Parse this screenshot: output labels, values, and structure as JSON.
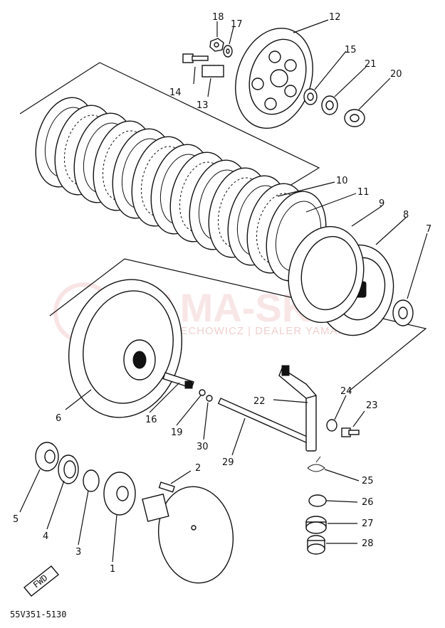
{
  "diagram_code": "55V351-5130",
  "fwd_label": "FWD",
  "watermark": {
    "text": "YAMA-SK",
    "subtext": "WOJCIECHOWICZ | DEALER YAMAHA"
  },
  "callouts": [
    {
      "id": "1",
      "label": "1"
    },
    {
      "id": "2",
      "label": "2"
    },
    {
      "id": "3",
      "label": "3"
    },
    {
      "id": "4",
      "label": "4"
    },
    {
      "id": "5",
      "label": "5"
    },
    {
      "id": "6",
      "label": "6"
    },
    {
      "id": "7",
      "label": "7"
    },
    {
      "id": "8",
      "label": "8"
    },
    {
      "id": "9",
      "label": "9"
    },
    {
      "id": "10",
      "label": "10"
    },
    {
      "id": "11",
      "label": "11"
    },
    {
      "id": "12",
      "label": "12"
    },
    {
      "id": "13",
      "label": "13"
    },
    {
      "id": "14",
      "label": "14"
    },
    {
      "id": "15",
      "label": "15"
    },
    {
      "id": "16",
      "label": "16"
    },
    {
      "id": "17",
      "label": "17"
    },
    {
      "id": "18",
      "label": "18"
    },
    {
      "id": "19",
      "label": "19"
    },
    {
      "id": "20",
      "label": "20"
    },
    {
      "id": "21",
      "label": "21"
    },
    {
      "id": "22",
      "label": "22"
    },
    {
      "id": "23",
      "label": "23"
    },
    {
      "id": "24",
      "label": "24"
    },
    {
      "id": "25",
      "label": "25"
    },
    {
      "id": "26",
      "label": "26"
    },
    {
      "id": "27",
      "label": "27"
    },
    {
      "id": "28",
      "label": "28"
    },
    {
      "id": "29",
      "label": "29"
    },
    {
      "id": "30",
      "label": "30"
    }
  ]
}
